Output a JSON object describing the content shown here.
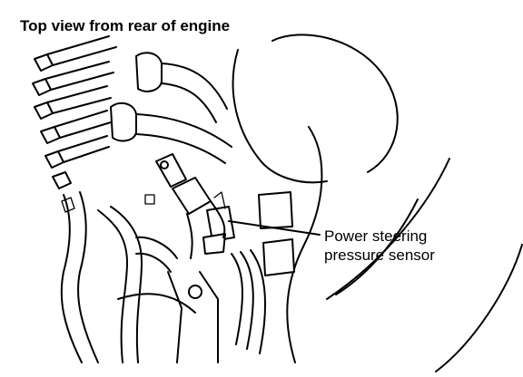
{
  "diagram": {
    "title": "Top view from rear of engine",
    "callout": {
      "lines": [
        "Power steering",
        "pressure sensor"
      ]
    }
  },
  "colors": {
    "ink": "#000000",
    "paper": "#ffffff"
  }
}
